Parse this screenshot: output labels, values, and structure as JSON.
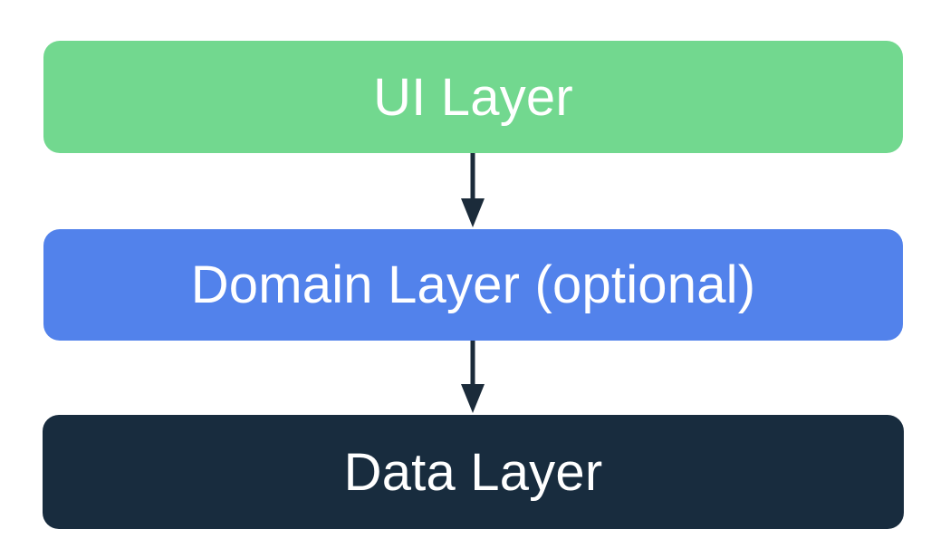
{
  "diagram": {
    "layers": [
      {
        "label": "UI Layer",
        "color": "#72d88f"
      },
      {
        "label": "Domain Layer (optional)",
        "color": "#5282eb"
      },
      {
        "label": "Data Layer",
        "color": "#182c3e"
      }
    ],
    "arrow_color": "#1b2b3a"
  }
}
